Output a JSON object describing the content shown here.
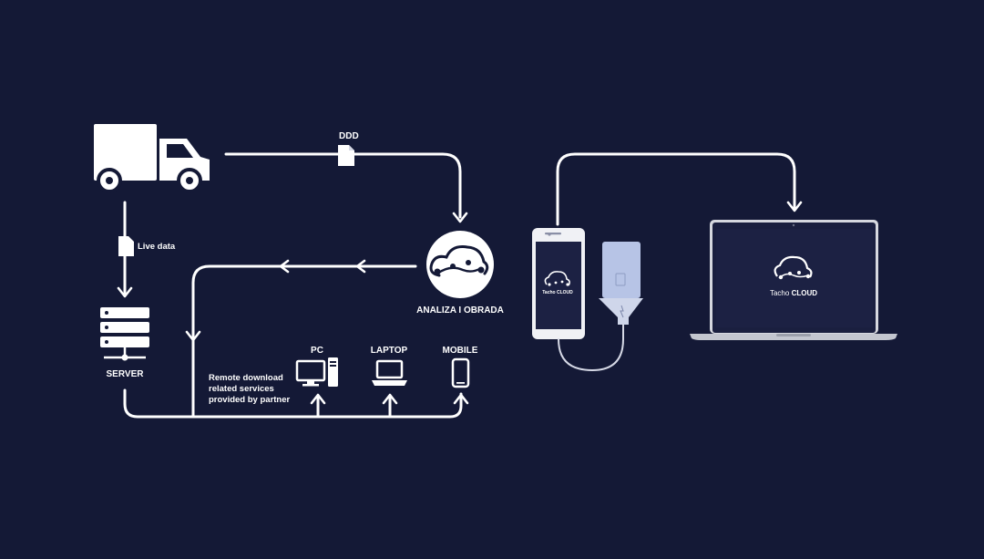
{
  "diagram": {
    "labels": {
      "ddd": "DDD",
      "live_data": "Live data",
      "analiza": "ANALIZA I OBRADA",
      "server": "SERVER",
      "remote_line1": "Remote download",
      "remote_line2": "related services",
      "remote_line3": "provided by partner",
      "pc": "PC",
      "laptop": "LAPTOP",
      "mobile": "MOBILE"
    },
    "phone_brand": "Tacho CLOUD",
    "laptop_brand_light": "Tacho ",
    "laptop_brand_bold": "CLOUD",
    "colors": {
      "background": "#141936",
      "foreground": "#ffffff",
      "screen": "#1a1f3f",
      "card": "#b7c4e6"
    }
  }
}
